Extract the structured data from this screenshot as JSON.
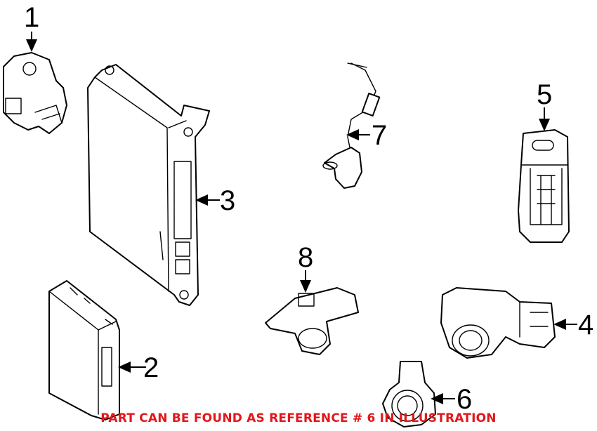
{
  "callouts": [
    "1",
    "2",
    "3",
    "4",
    "5",
    "6",
    "7",
    "8"
  ],
  "footer_note": "PART CAN BE FOUND AS REFERENCE # 6 IN ILLUSTRATION",
  "colors": {
    "note": "#e3161b",
    "line": "#000000"
  }
}
